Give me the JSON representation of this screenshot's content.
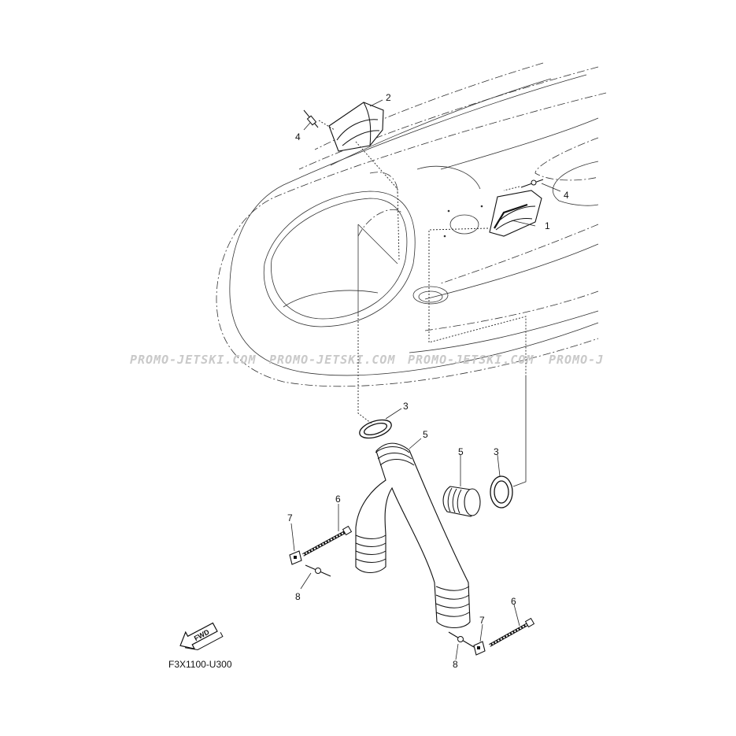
{
  "diagram_code": "F3X1100-U300",
  "fwd_label": "FWD",
  "watermark": [
    "PROMO-JETSKI.COM",
    "PROMO-JETSKI.COM",
    "PROMO-JETSKI.COM",
    "PROMO-J"
  ],
  "callouts": {
    "c1": "1",
    "c2": "2",
    "c3a": "3",
    "c3b": "3",
    "c4a": "4",
    "c4b": "4",
    "c5a": "5",
    "c5b": "5",
    "c6a": "6",
    "c6b": "6",
    "c7a": "7",
    "c7b": "7",
    "c8a": "8",
    "c8b": "8"
  }
}
